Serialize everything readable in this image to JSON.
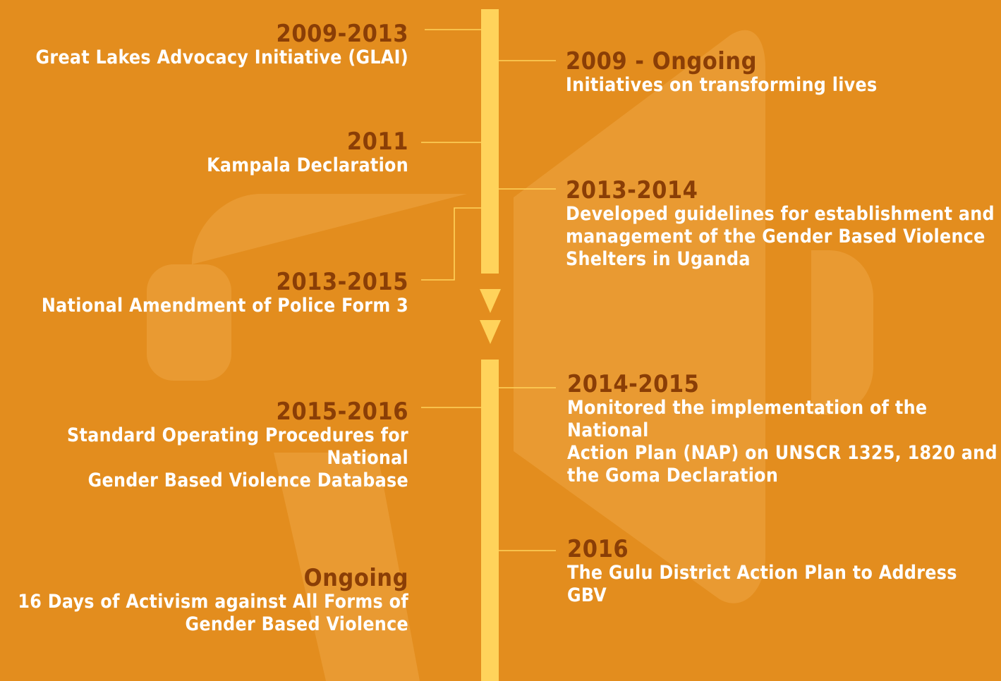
{
  "colors": {
    "background": "#E38D1E",
    "spine": "#FFD35B",
    "year_text": "#8A3E06",
    "desc_text": "#FFFFFF",
    "watermark": "#E99A32"
  },
  "watermark_icon": "megaphone-icon",
  "left_entries": [
    {
      "year": "2009-2013",
      "text": "Great Lakes Advocacy Initiative (GLAI)"
    },
    {
      "year": "2011",
      "text": "Kampala Declaration"
    },
    {
      "year": "2013-2015",
      "text": "National Amendment of Police Form 3"
    },
    {
      "year": "2015-2016",
      "text": "Standard Operating Procedures for National\nGender Based Violence Database"
    },
    {
      "year": "Ongoing",
      "text": "16 Days of Activism against All Forms of\nGender Based Violence"
    }
  ],
  "right_entries": [
    {
      "year": "2009 - Ongoing",
      "text": "Initiatives on transforming lives"
    },
    {
      "year": "2013-2014",
      "text": "Developed guidelines for establishment and\nmanagement of the Gender Based Violence\nShelters in Uganda"
    },
    {
      "year": "2014-2015",
      "text": "Monitored the implementation of the National\nAction Plan (NAP) on UNSCR 1325, 1820 and\nthe Goma Declaration"
    },
    {
      "year": "2016",
      "text": "The Gulu District Action Plan to Address GBV"
    }
  ]
}
